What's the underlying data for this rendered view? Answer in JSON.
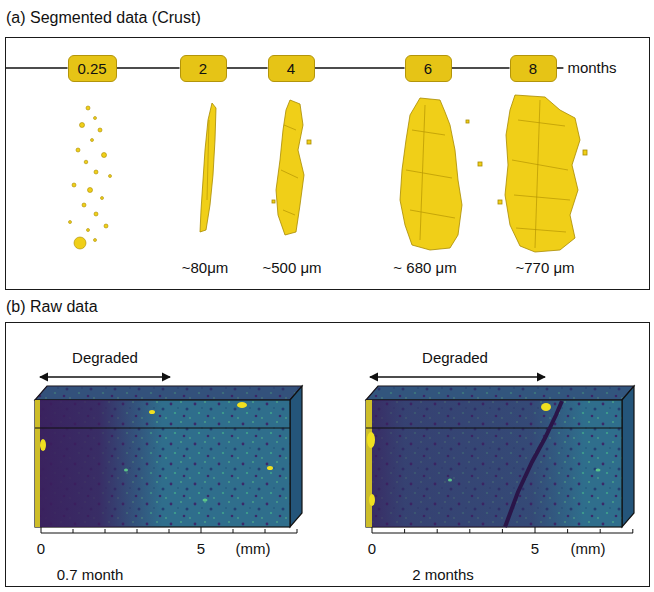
{
  "diagram": {
    "nodes": [
      {
        "text": [
          "(a) Segmented data (Crust)"
        ]
      },
      {
        "text": [
          "0.25"
        ],
        "in": 0
      },
      {
        "text": [
          "2"
        ],
        "in": 0
      },
      {
        "text": [
          "4"
        ],
        "in": 0
      },
      {
        "text": [
          "6"
        ],
        "in": 0
      },
      {
        "text": [
          "8"
        ],
        "in": 0
      },
      {
        "text": [
          "(b) Raw data"
        ]
      }
    ],
    "edges": [
      {
        "from": 1,
        "to": 2,
        "arrow": "none"
      },
      {
        "from": 2,
        "to": 3,
        "arrow": "none"
      },
      {
        "from": 3,
        "to": 4,
        "arrow": "none"
      },
      {
        "from": 4,
        "to": 5,
        "arrow": "none"
      }
    ],
    "labels": [
      "months",
      "~80μm",
      "~500 μm",
      "~ 680 μm",
      "~770 μm",
      "Degraded",
      "0",
      "5",
      "(mm)",
      "0.7 month",
      "Degraded",
      "0",
      "5",
      "(mm)",
      "2 months"
    ]
  }
}
